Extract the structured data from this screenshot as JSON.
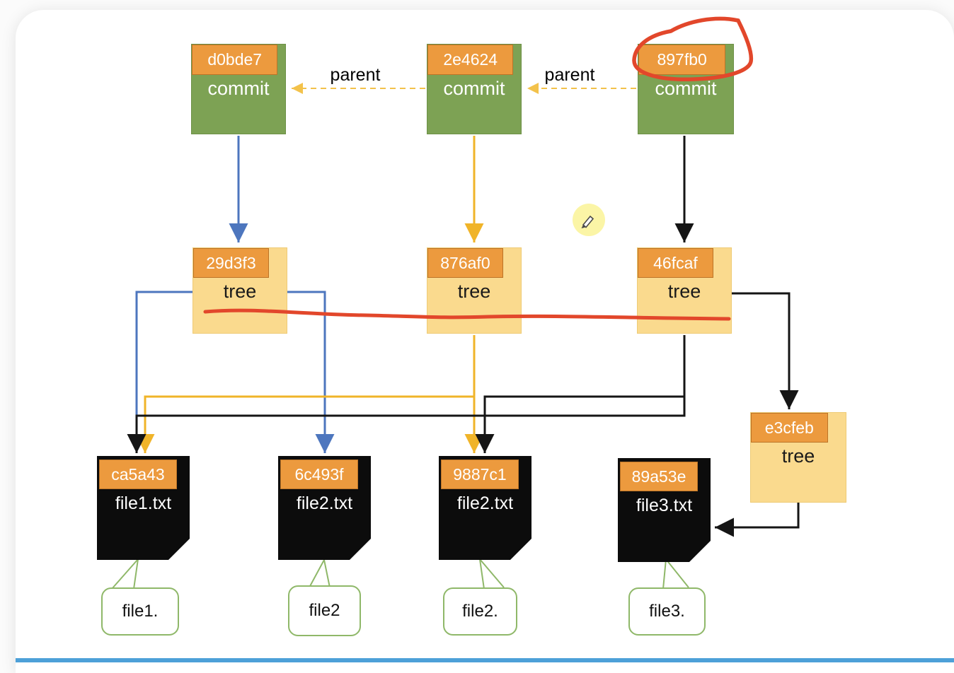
{
  "commits": [
    {
      "hash": "d0bde7",
      "label": "commit"
    },
    {
      "hash": "2e4624",
      "label": "commit"
    },
    {
      "hash": "897fb0",
      "label": "commit"
    }
  ],
  "parent_edges": [
    {
      "label": "parent"
    },
    {
      "label": "parent"
    }
  ],
  "trees": [
    {
      "hash": "29d3f3",
      "label": "tree"
    },
    {
      "hash": "876af0",
      "label": "tree"
    },
    {
      "hash": "46fcaf",
      "label": "tree"
    },
    {
      "hash": "e3cfeb",
      "label": "tree"
    }
  ],
  "files": [
    {
      "hash": "ca5a43",
      "name": "file1.txt"
    },
    {
      "hash": "6c493f",
      "name": "file2.txt"
    },
    {
      "hash": "9887c1",
      "name": "file2.txt"
    },
    {
      "hash": "89a53e",
      "name": "file3.txt"
    }
  ],
  "callouts": [
    {
      "text": "file1."
    },
    {
      "text": "file2"
    },
    {
      "text": "file2."
    },
    {
      "text": "file3."
    }
  ],
  "annotations": {
    "red_circle_target": "897fb0",
    "cursor_icon": "pencil"
  },
  "colors": {
    "commit_fill": "#7da254",
    "tag_fill": "#ec9a3e",
    "tree_fill": "#fada8e",
    "file_fill": "#0c0c0c",
    "callout_border": "#8fb869",
    "edge_blue": "#4d76be",
    "edge_yellow": "#f0b429",
    "edge_black": "#151515",
    "parent_edge": "#f3c24b",
    "marker_red": "#e2472b",
    "highlight_yellow": "#fbf49e",
    "footer_bar": "#4da0d8"
  }
}
